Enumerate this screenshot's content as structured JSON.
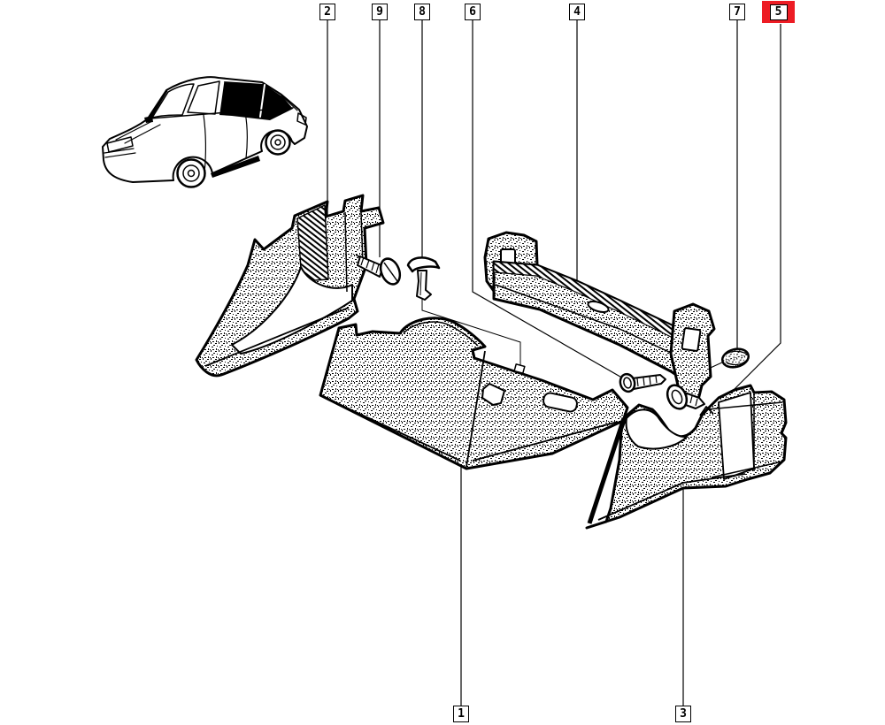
{
  "diagram": {
    "kind": "exploded-parts-view",
    "subject": "rear-quarter-interior-trim-panels",
    "highlight_color": "#ed1c24",
    "callouts": {
      "n1": {
        "label": "1",
        "highlighted": false
      },
      "n2": {
        "label": "2",
        "highlighted": false
      },
      "n3": {
        "label": "3",
        "highlighted": false
      },
      "n4": {
        "label": "4",
        "highlighted": false
      },
      "n5": {
        "label": "5",
        "highlighted": true
      },
      "n6": {
        "label": "6",
        "highlighted": false
      },
      "n7": {
        "label": "7",
        "highlighted": false
      },
      "n8": {
        "label": "8",
        "highlighted": false
      },
      "n9": {
        "label": "9",
        "highlighted": false
      }
    }
  }
}
